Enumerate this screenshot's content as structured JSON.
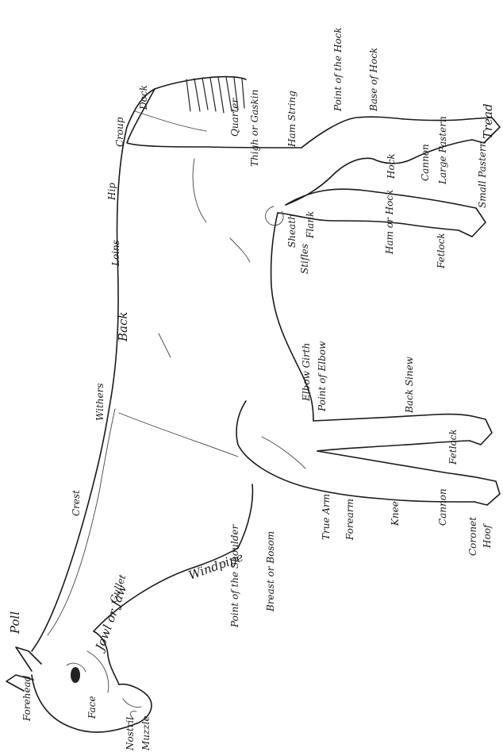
{
  "labels": {
    "poll": "Poll",
    "crest": "Crest",
    "withers": "Withers",
    "back": "Back",
    "loins": "Loins",
    "hip": "Hip",
    "croup": "Croup",
    "dock": "Dock",
    "quarter": "Quarter",
    "thigh_or_gaskin": "Thigh or Gaskin",
    "ham_string": "Ham String",
    "point_of_hock": "Point of the Hock",
    "base_of_hock": "Base of Hock",
    "tread": "Tread",
    "hock": "Hock",
    "cannon": "Cannon",
    "large_pastern": "Large Pastern",
    "small_pastern": "Small Pastern",
    "flank": "Flank",
    "sheath": "Sheath",
    "stifles": "Stifles",
    "ham_or_hock": "Ham or Hock",
    "fetlock_hind": "Fetlock",
    "elbow_girth": "Elbow Girth",
    "point_of_elbow": "Point of Elbow",
    "back_sinew": "Back Sinew",
    "fetlock_fore": "Fetlock",
    "windpipe": "Windpipe",
    "point_of_shoulder": "Point of the Shoulder",
    "true_arm": "True Arm",
    "forearm": "Forearm",
    "knee": "Knee",
    "cannon_fore": "Cannon",
    "coronet": "Coronet",
    "hoof": "Hoof",
    "gullet": "Gullet",
    "jowl_or_jaw": "Jowl or Jaw",
    "breast_or_bosom": "Breast or Bosom",
    "forehead": "Forehead",
    "face": "Face",
    "nostril": "Nostril",
    "muzzle": "Muzzle"
  }
}
